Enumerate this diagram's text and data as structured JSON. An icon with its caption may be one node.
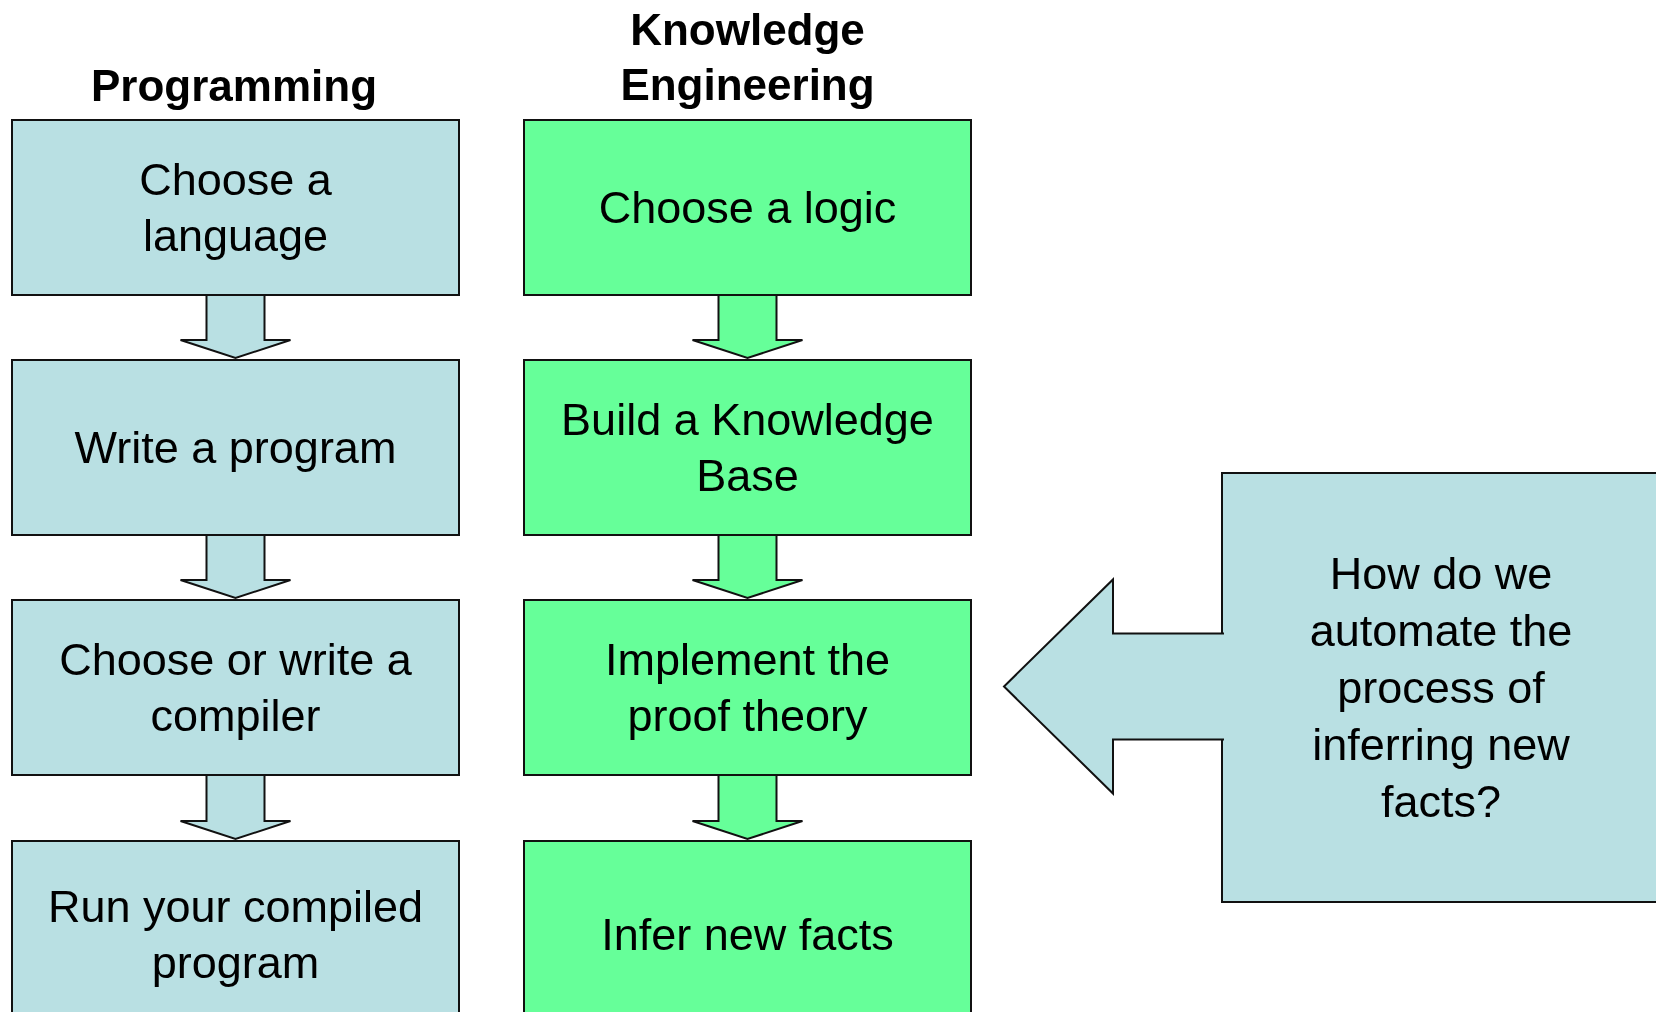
{
  "diagram": {
    "nodes": [
      {
        "text": [
          "Choose a language"
        ]
      },
      {
        "text": [
          "Write a program"
        ]
      },
      {
        "text": [
          "Choose or write a compiler"
        ]
      },
      {
        "text": [
          "Run your compiled program"
        ]
      },
      {
        "text": [
          "Choose a logic"
        ]
      },
      {
        "text": [
          "Build a Knowledge Base"
        ]
      },
      {
        "text": [
          "Implement the proof theory"
        ]
      },
      {
        "text": [
          "Infer new facts"
        ]
      },
      {
        "text": [
          "How do we automate the process of inferring new facts?"
        ]
      }
    ],
    "edges": [
      {
        "from": 0,
        "to": 1,
        "arrow": "to"
      },
      {
        "from": 1,
        "to": 2,
        "arrow": "to"
      },
      {
        "from": 2,
        "to": 3,
        "arrow": "to"
      },
      {
        "from": 4,
        "to": 5,
        "arrow": "to"
      },
      {
        "from": 5,
        "to": 6,
        "arrow": "to"
      },
      {
        "from": 6,
        "to": 7,
        "arrow": "to"
      },
      {
        "from": 8,
        "to": 6,
        "arrow": "to"
      }
    ],
    "labels": [
      "Programming",
      "Knowledge Engineering"
    ]
  }
}
